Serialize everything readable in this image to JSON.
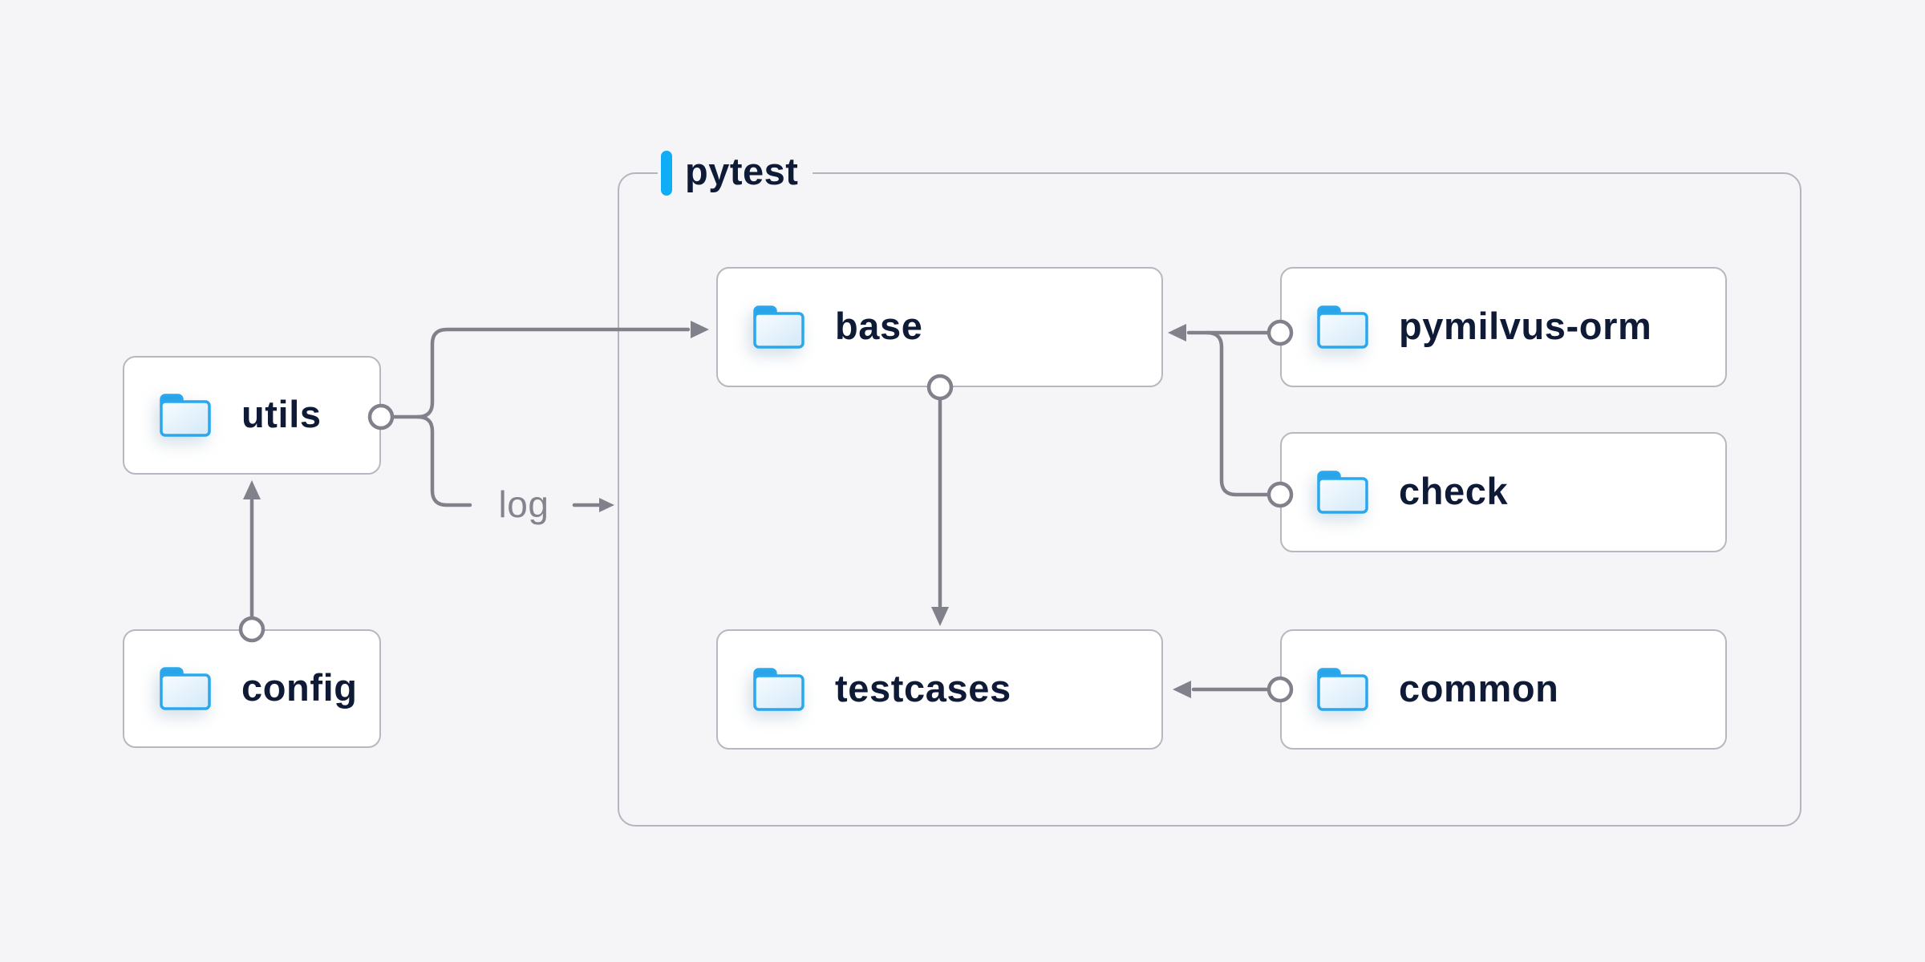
{
  "diagram": {
    "group": {
      "title": "pytest"
    },
    "nodes": [
      {
        "id": "utils",
        "label": "utils",
        "icon": "folder-icon"
      },
      {
        "id": "config",
        "label": "config",
        "icon": "folder-icon"
      },
      {
        "id": "base",
        "label": "base",
        "icon": "folder-icon"
      },
      {
        "id": "pymilvus-orm",
        "label": "pymilvus-orm",
        "icon": "folder-icon"
      },
      {
        "id": "check",
        "label": "check",
        "icon": "folder-icon"
      },
      {
        "id": "testcases",
        "label": "testcases",
        "icon": "folder-icon"
      },
      {
        "id": "common",
        "label": "common",
        "icon": "folder-icon"
      }
    ],
    "edges": [
      {
        "from": "config",
        "to": "utils",
        "label": ""
      },
      {
        "from": "utils",
        "to": "base",
        "label": ""
      },
      {
        "from": "utils",
        "to": "pytest",
        "label": "log"
      },
      {
        "from": "pymilvus-orm",
        "to": "base",
        "label": ""
      },
      {
        "from": "check",
        "to": "base",
        "label": ""
      },
      {
        "from": "base",
        "to": "testcases",
        "label": ""
      },
      {
        "from": "common",
        "to": "testcases",
        "label": ""
      }
    ],
    "colors": {
      "background": "#f5f5f7",
      "node_background": "#ffffff",
      "node_border": "#b7b7c2",
      "node_text": "#0e1a36",
      "group_border": "#b5b5c0",
      "accent_bar": "#0fadf6",
      "connector": "#81818b",
      "edge_label_text": "#84848e",
      "folder_outline": "#29a8ee",
      "folder_tab": "#2ba3e8"
    }
  }
}
